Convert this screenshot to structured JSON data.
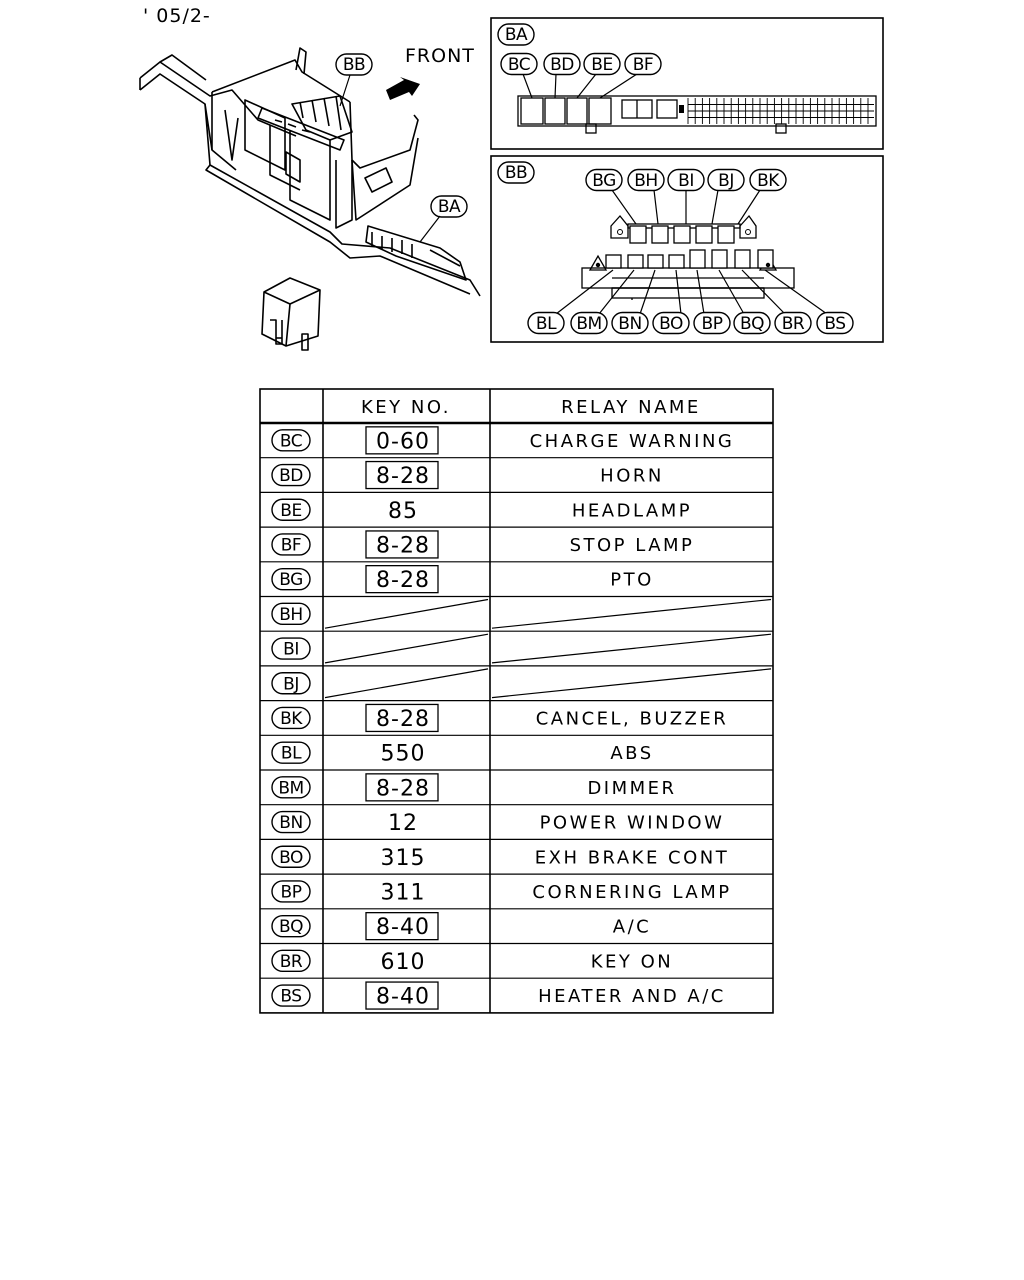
{
  "revision_mark": "' 05/2-",
  "diagram": {
    "front_label": "FRONT",
    "overview_tags": [
      "BB",
      "BA"
    ],
    "panel_ba": {
      "title": "BA",
      "relay_tags": [
        "BC",
        "BD",
        "BE",
        "BF"
      ]
    },
    "panel_bb": {
      "title": "BB",
      "top_tags": [
        "BG",
        "BH",
        "BI",
        "BJ",
        "BK"
      ],
      "bottom_tags": [
        "BL",
        "BM",
        "BN",
        "BO",
        "BP",
        "BQ",
        "BR",
        "BS"
      ]
    }
  },
  "table": {
    "headers": {
      "tag": "",
      "key": "KEY NO.",
      "name": "RELAY NAME"
    },
    "rows": [
      {
        "tag": "BC",
        "key": "0-60",
        "boxed": true,
        "name": "CHARGE WARNING"
      },
      {
        "tag": "BD",
        "key": "8-28",
        "boxed": true,
        "name": "HORN"
      },
      {
        "tag": "BE",
        "key": "85",
        "boxed": false,
        "name": "HEADLAMP"
      },
      {
        "tag": "BF",
        "key": "8-28",
        "boxed": true,
        "name": "STOP LAMP"
      },
      {
        "tag": "BG",
        "key": "8-28",
        "boxed": true,
        "name": "PTO"
      },
      {
        "tag": "BH",
        "key": "",
        "boxed": false,
        "name": "",
        "empty": true
      },
      {
        "tag": "BI",
        "key": "",
        "boxed": false,
        "name": "",
        "empty": true
      },
      {
        "tag": "BJ",
        "key": "",
        "boxed": false,
        "name": "",
        "empty": true
      },
      {
        "tag": "BK",
        "key": "8-28",
        "boxed": true,
        "name": "CANCEL, BUZZER"
      },
      {
        "tag": "BL",
        "key": "550",
        "boxed": false,
        "name": "ABS"
      },
      {
        "tag": "BM",
        "key": "8-28",
        "boxed": true,
        "name": "DIMMER"
      },
      {
        "tag": "BN",
        "key": "12",
        "boxed": false,
        "name": "POWER WINDOW"
      },
      {
        "tag": "BO",
        "key": "315",
        "boxed": false,
        "name": "EXH BRAKE CONT"
      },
      {
        "tag": "BP",
        "key": "311",
        "boxed": false,
        "name": "CORNERING LAMP"
      },
      {
        "tag": "BQ",
        "key": "8-40",
        "boxed": true,
        "name": "A/C"
      },
      {
        "tag": "BR",
        "key": "610",
        "boxed": false,
        "name": "KEY ON"
      },
      {
        "tag": "BS",
        "key": "8-40",
        "boxed": true,
        "name": "HEATER AND A/C"
      }
    ]
  }
}
